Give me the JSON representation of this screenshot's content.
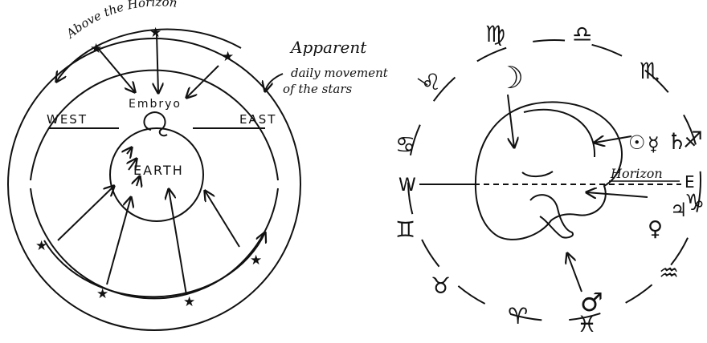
{
  "left_diagram": {
    "arc_caption": "Above the Horizon",
    "annotation_line1": "Apparent",
    "annotation_line2": "daily movement",
    "annotation_line3": "of the stars",
    "embryo_label": "Embryo",
    "west_label": "WEST",
    "east_label": "EAST",
    "earth_label": "EARTH"
  },
  "right_diagram": {
    "west_marker": "W",
    "east_marker": "E",
    "horizon_label": "Horizon",
    "zodiac": {
      "virgo": "♍",
      "libra": "♎",
      "scorpio": "♏",
      "leo": "♌",
      "cancer": "♋",
      "gemini": "♊",
      "taurus": "♉",
      "aries": "♈",
      "pisces": "♓",
      "aquarius": "♒",
      "capricorn": "♑",
      "sagittarius": "♐"
    },
    "planets": {
      "moon": "☽",
      "sun": "☉",
      "mercury": "☿",
      "saturn": "♄",
      "venus": "♀",
      "jupiter": "♃",
      "mars": "♂"
    }
  }
}
